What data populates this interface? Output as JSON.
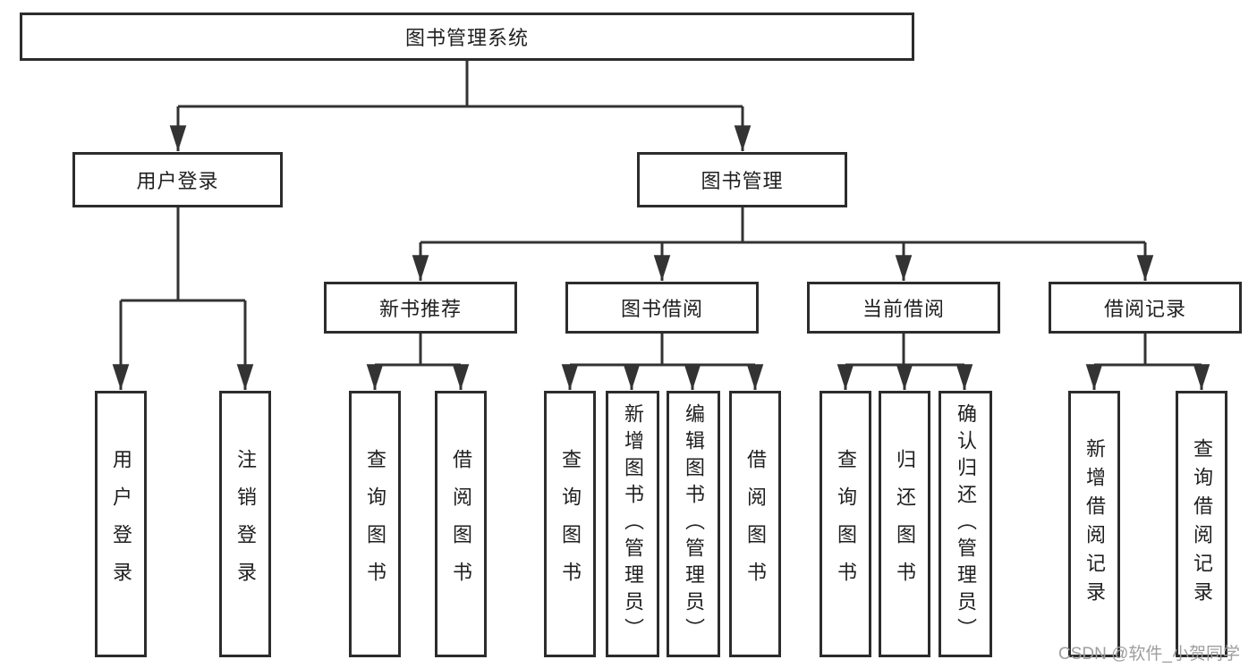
{
  "diagram_title": "图书管理系统",
  "nodes": {
    "root": "图书管理系统",
    "user_login": "用户登录",
    "book_mgmt": "图书管理",
    "new_books": "新书推荐",
    "book_borrow": "图书借阅",
    "current_borrow": "当前借阅",
    "borrow_records": "借阅记录",
    "leaf_user_login": "用户登录",
    "leaf_logout": "注销登录",
    "leaf_nb_query": "查询图书",
    "leaf_nb_borrow": "借阅图书",
    "leaf_bb_query": "查询图书",
    "leaf_bb_add": "新增图书（管理员）",
    "leaf_bb_edit": "编辑图书（管理员）",
    "leaf_bb_borrow": "借阅图书",
    "leaf_cb_query": "查询图书",
    "leaf_cb_return": "归还图书",
    "leaf_cb_confirm": "确认归还（管理员）",
    "leaf_br_add": "新增借阅记录",
    "leaf_br_query": "查询借阅记录"
  },
  "watermark": "CSDN @软件_小贺同学",
  "colors": {
    "line": "#333333",
    "box_border": "#2c2c2c",
    "text": "#1f1f1f",
    "watermark": "#9e9e9e",
    "background": "#ffffff"
  }
}
